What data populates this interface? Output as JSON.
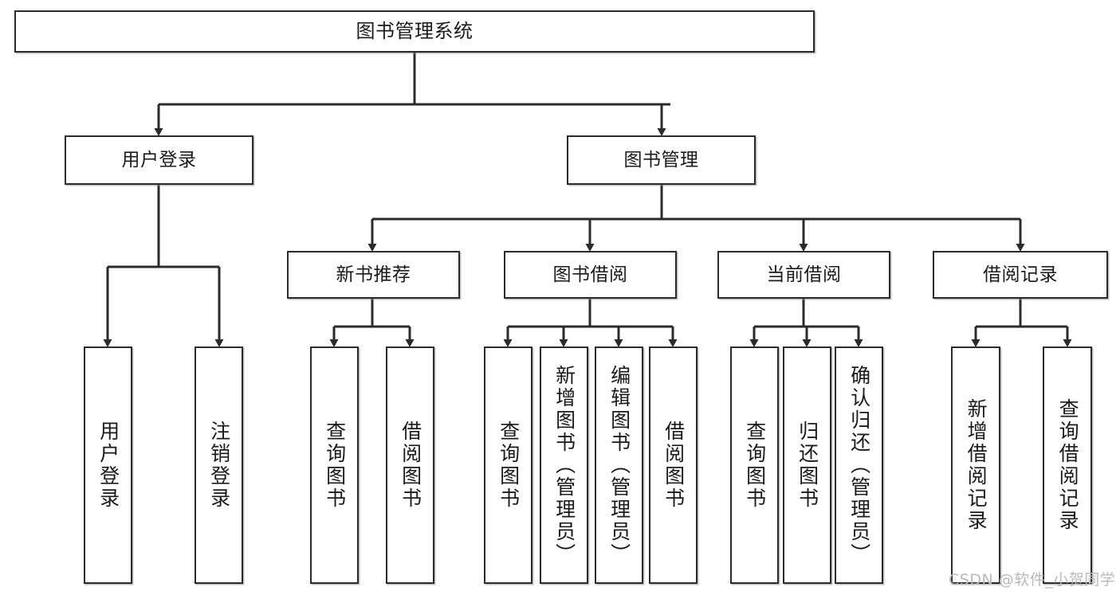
{
  "diagram": {
    "type": "tree",
    "title": "图书管理系统",
    "watermark": "CSDN @软件_小贺同学",
    "colors": {
      "box_border": "#2b2b2b",
      "box_fill": "#ffffff",
      "connector": "#2b2b2b",
      "text": "#1a1a1a",
      "watermark": "#b9b9b9"
    },
    "root": {
      "label": "图书管理系统"
    },
    "level2": [
      {
        "label": "用户登录"
      },
      {
        "label": "图书管理"
      }
    ],
    "level3": [
      {
        "label": "新书推荐"
      },
      {
        "label": "图书借阅"
      },
      {
        "label": "当前借阅"
      },
      {
        "label": "借阅记录"
      }
    ],
    "leaves": {
      "user_login": [
        {
          "label": "用户登录"
        },
        {
          "label": "注销登录"
        }
      ],
      "new_book_recommend": [
        {
          "label": "查询图书"
        },
        {
          "label": "借阅图书"
        }
      ],
      "book_borrow": [
        {
          "label": "查询图书"
        },
        {
          "label": "新增图书（管理员）"
        },
        {
          "label": "编辑图书（管理员）"
        },
        {
          "label": "借阅图书"
        }
      ],
      "current_borrow": [
        {
          "label": "查询图书"
        },
        {
          "label": "归还图书"
        },
        {
          "label": "确认归还（管理员）"
        }
      ],
      "borrow_record": [
        {
          "label": "新增借阅记录"
        },
        {
          "label": "查询借阅记录"
        }
      ]
    }
  }
}
